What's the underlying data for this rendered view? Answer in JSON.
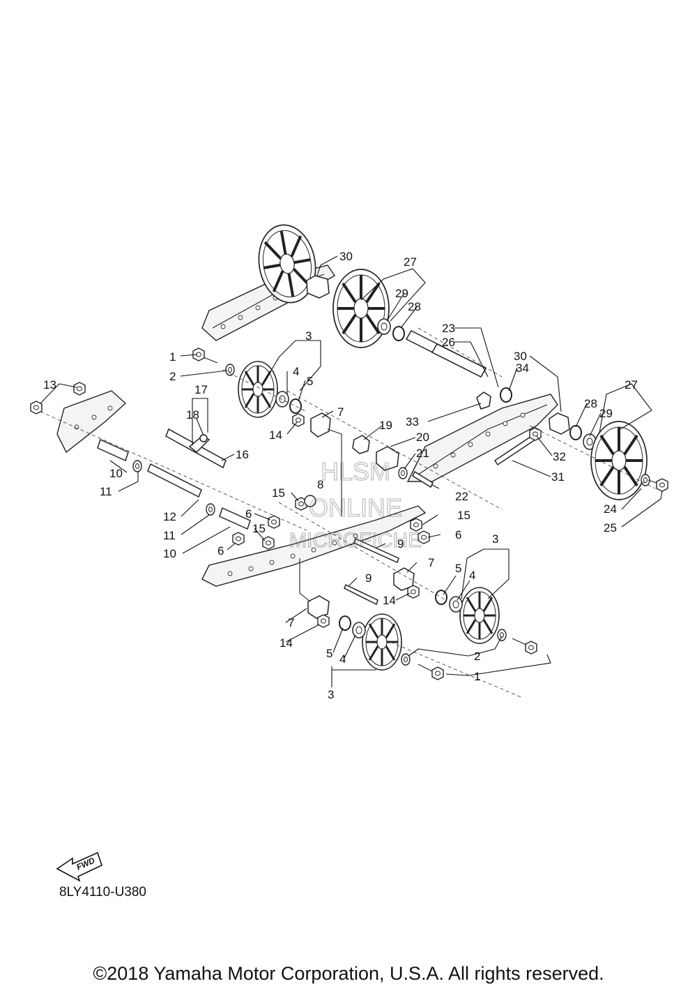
{
  "diagram": {
    "part_number": "8LY4110-U380",
    "copyright": "©2018 Yamaha Motor Corporation, U.S.A. All rights reserved.",
    "fwd_label": "FWD",
    "watermark": [
      "HLSM",
      "ONLINE",
      "MICROFICHE"
    ],
    "callouts": [
      {
        "id": "c-1a",
        "label": "1"
      },
      {
        "id": "c-2a",
        "label": "2"
      },
      {
        "id": "c-3a",
        "label": "3"
      },
      {
        "id": "c-4a",
        "label": "4"
      },
      {
        "id": "c-5a",
        "label": "5"
      },
      {
        "id": "c-7a",
        "label": "7"
      },
      {
        "id": "c-13",
        "label": "13"
      },
      {
        "id": "c-14a",
        "label": "14"
      },
      {
        "id": "c-17",
        "label": "17"
      },
      {
        "id": "c-18",
        "label": "18"
      },
      {
        "id": "c-16",
        "label": "16"
      },
      {
        "id": "c-10a",
        "label": "10"
      },
      {
        "id": "c-11a",
        "label": "11"
      },
      {
        "id": "c-12",
        "label": "12"
      },
      {
        "id": "c-11b",
        "label": "11"
      },
      {
        "id": "c-10b",
        "label": "10"
      },
      {
        "id": "c-6a",
        "label": "6"
      },
      {
        "id": "c-15a",
        "label": "15"
      },
      {
        "id": "c-6b",
        "label": "6"
      },
      {
        "id": "c-15b",
        "label": "15"
      },
      {
        "id": "c-8",
        "label": "8"
      },
      {
        "id": "c-19",
        "label": "19"
      },
      {
        "id": "c-20",
        "label": "20"
      },
      {
        "id": "c-21",
        "label": "21"
      },
      {
        "id": "c-22",
        "label": "22"
      },
      {
        "id": "c-15c",
        "label": "15"
      },
      {
        "id": "c-6c",
        "label": "6"
      },
      {
        "id": "c-9a",
        "label": "9"
      },
      {
        "id": "c-9b",
        "label": "9"
      },
      {
        "id": "c-7b",
        "label": "7"
      },
      {
        "id": "c-14b",
        "label": "14"
      },
      {
        "id": "c-5b",
        "label": "5"
      },
      {
        "id": "c-4b",
        "label": "4"
      },
      {
        "id": "c-3b",
        "label": "3"
      },
      {
        "id": "c-7c",
        "label": "7"
      },
      {
        "id": "c-14c",
        "label": "14"
      },
      {
        "id": "c-5c",
        "label": "5"
      },
      {
        "id": "c-4c",
        "label": "4"
      },
      {
        "id": "c-3c",
        "label": "3"
      },
      {
        "id": "c-2b",
        "label": "2"
      },
      {
        "id": "c-1b",
        "label": "1"
      },
      {
        "id": "c-30a",
        "label": "30"
      },
      {
        "id": "c-27a",
        "label": "27"
      },
      {
        "id": "c-29a",
        "label": "29"
      },
      {
        "id": "c-28a",
        "label": "28"
      },
      {
        "id": "c-23",
        "label": "23"
      },
      {
        "id": "c-26",
        "label": "26"
      },
      {
        "id": "c-30b",
        "label": "30"
      },
      {
        "id": "c-34",
        "label": "34"
      },
      {
        "id": "c-33",
        "label": "33"
      },
      {
        "id": "c-27b",
        "label": "27"
      },
      {
        "id": "c-28b",
        "label": "28"
      },
      {
        "id": "c-29b",
        "label": "29"
      },
      {
        "id": "c-32",
        "label": "32"
      },
      {
        "id": "c-31",
        "label": "31"
      },
      {
        "id": "c-24",
        "label": "24"
      },
      {
        "id": "c-25",
        "label": "25"
      }
    ]
  }
}
